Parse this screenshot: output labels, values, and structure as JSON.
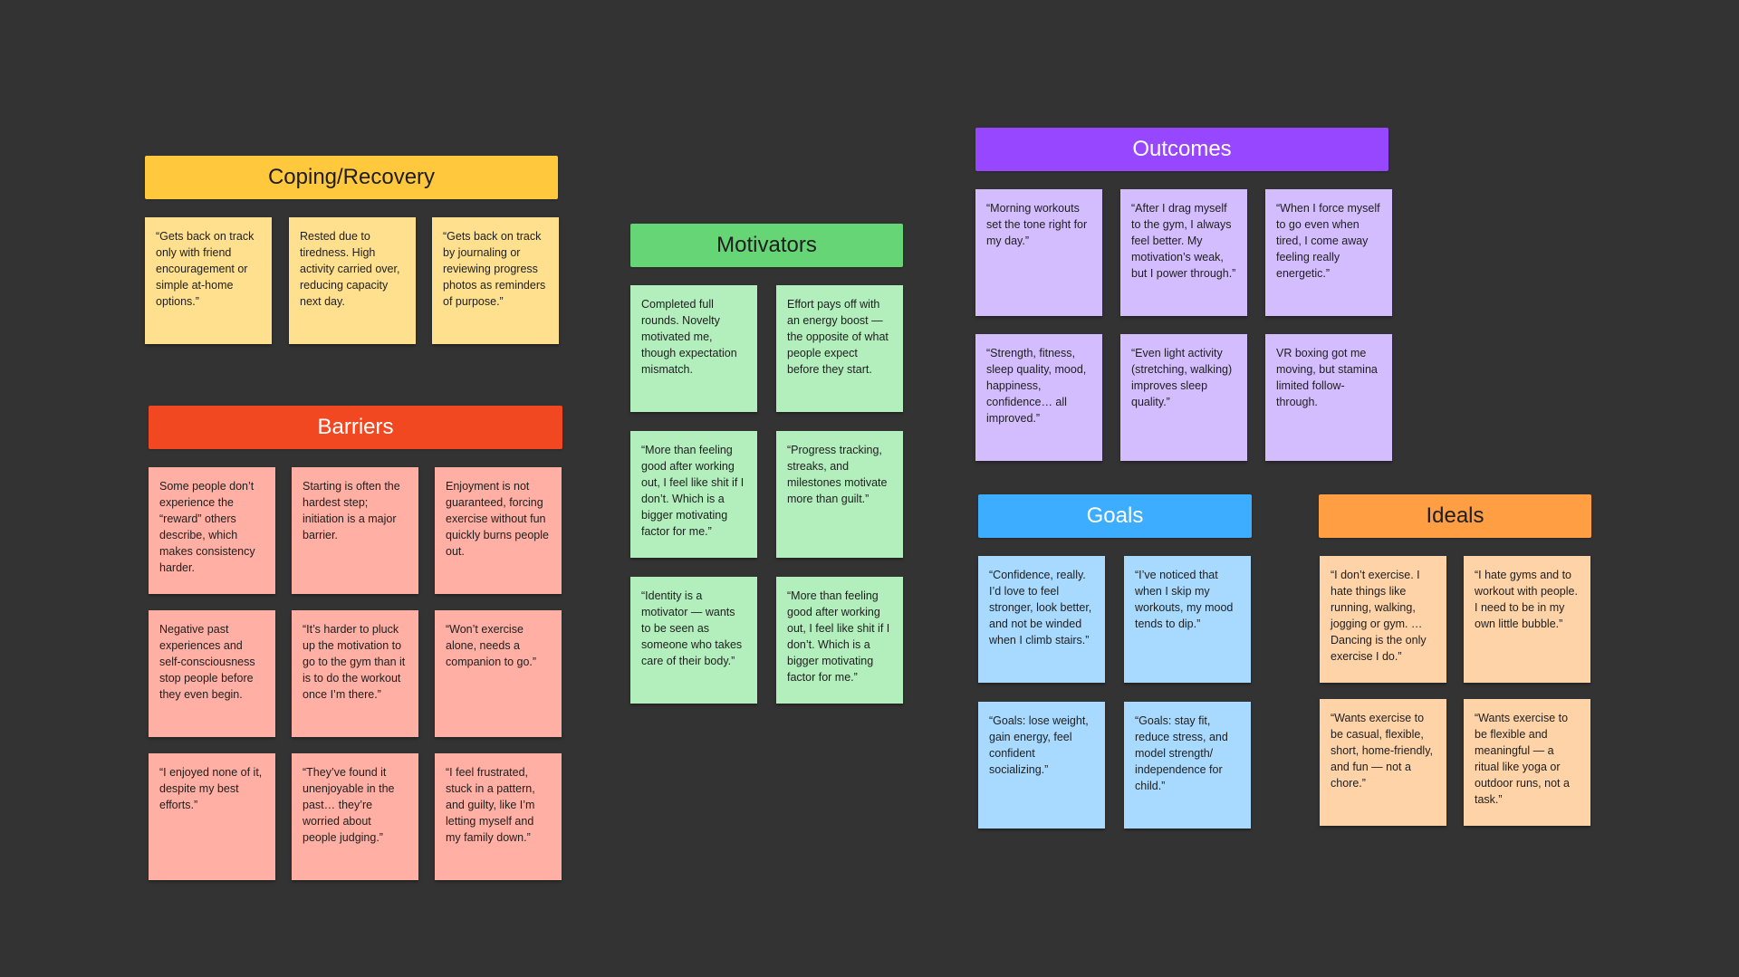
{
  "colors": {
    "background": "#333333",
    "coping_header": "#FFC83D",
    "coping_note": "#FFE08F",
    "barriers_header": "#F24822",
    "barriers_note": "#FFAFA3",
    "motivators_header": "#66D575",
    "motivators_note": "#B3EFBD",
    "outcomes_header": "#9747FF",
    "outcomes_note": "#D3BDFF",
    "goals_header": "#3DADFF",
    "goals_note": "#A8DAFF",
    "ideals_header": "#FF9E42",
    "ideals_note": "#FFD3A8"
  },
  "groups": [
    {
      "id": "coping",
      "title": "Coping/Recovery",
      "notes": [
        "“Gets back on track only with friend encouragement or simple at-home options.”",
        "Rested due to tiredness. High activity carried over, reducing capacity next day.",
        "“Gets back on track by journaling or reviewing progress photos as reminders of purpose.”"
      ]
    },
    {
      "id": "barriers",
      "title": "Barriers",
      "notes": [
        "Some people don’t experience the “reward” others describe, which makes consistency harder.",
        "Starting is often the hardest step; initiation is a major barrier.",
        "Enjoyment is not guaranteed, forcing exercise without fun quickly burns people out.",
        "Negative past experiences and self-consciousness stop people before they even begin.",
        "“It’s harder to pluck up the motivation to go to the gym than it is to do the workout once I’m there.”",
        "“Won’t exercise alone, needs a companion to go.”",
        "“I enjoyed none of it, despite my best efforts.”",
        "“They’ve found it unenjoyable in the past… they’re worried about people judging.”",
        "“I feel frustrated, stuck in a pattern, and guilty, like I’m letting myself and my family down.”"
      ]
    },
    {
      "id": "motivators",
      "title": "Motivators",
      "notes": [
        "Completed full rounds. Novelty motivated me, though expectation mismatch.",
        "Effort pays off with an energy boost — the opposite of what people expect before they start.",
        "“More than feeling good after working out, I feel like shit if I don’t. Which is a bigger motivating factor for me.”",
        "“Progress tracking, streaks, and milestones motivate more than guilt.”",
        "“Identity is a motivator — wants to be seen as someone who takes care of their body.”",
        "“More than feeling good after working out, I feel like shit if I don’t. Which is a bigger motivating factor for me.”"
      ]
    },
    {
      "id": "outcomes",
      "title": "Outcomes",
      "notes": [
        "“Morning workouts set the tone right for my day.”",
        "“After I drag myself to the gym, I always feel better. My motivation’s weak, but I power through.”",
        "“When I force myself to go even when tired, I come away feeling really energetic.”",
        "“Strength, fitness, sleep quality, mood, happiness, confidence… all improved.”",
        "“Even light activity (stretching, walking) improves sleep quality.”",
        "VR boxing got me moving, but stamina limited follow-through."
      ]
    },
    {
      "id": "goals",
      "title": "Goals",
      "notes": [
        "“Confidence, really. I’d love to feel stronger, look better, and not be winded when I climb stairs.”",
        "“I’ve noticed that when I skip my workouts, my mood tends to dip.”",
        "“Goals: lose weight, gain energy, feel confident socializing.”",
        "“Goals: stay fit, reduce stress, and model strength/ independence for child.”"
      ]
    },
    {
      "id": "ideals",
      "title": "Ideals",
      "notes": [
        "“I don’t exercise. I hate things like running, walking, jogging or gym. … Dancing is the only exercise I do.”",
        "“I hate gyms and to workout with people. I need to be in my own little bubble.”",
        "“Wants exercise to be casual, flexible, short, home-friendly, and fun — not a chore.”",
        "“Wants exercise to be flexible and meaningful — a ritual like yoga or outdoor runs, not a task.”"
      ]
    }
  ]
}
